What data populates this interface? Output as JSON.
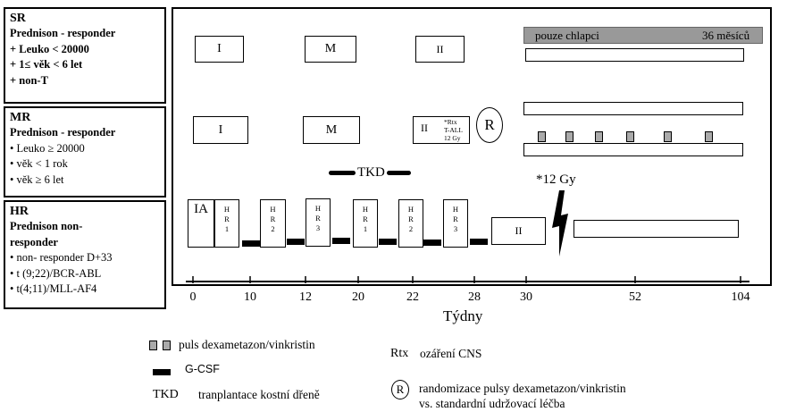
{
  "risk_groups": {
    "sr": {
      "title": "SR",
      "lines": [
        "Prednison - responder",
        "+ Leuko < 20000",
        "+ 1≤ věk < 6 let",
        "+ non-T"
      ]
    },
    "mr": {
      "title": "MR",
      "lines": [
        "Prednison - responder",
        "• Leuko ≥ 20000",
        "• věk < 1 rok",
        "• věk ≥ 6 let"
      ]
    },
    "hr": {
      "title": "HR",
      "lines": [
        "Prednison non-",
        "responder",
        "• non- responder D+33",
        "• t (9;22)/BCR-ABL",
        "• t(4;11)/MLL-AF4"
      ]
    }
  },
  "blocks": {
    "sr_i": "I",
    "sr_m": "M",
    "sr_ii": "II",
    "mr_i": "I",
    "mr_m": "M",
    "mr_ii": "II",
    "mr_note": [
      "*Rtx",
      "T-ALL",
      "12 Gy"
    ],
    "r_circle": "R",
    "tkd": "TKD",
    "hr_ia": "IA",
    "hr_blocks": [
      [
        "H",
        "R",
        "1"
      ],
      [
        "H",
        "R",
        "2"
      ],
      [
        "H",
        "R",
        "3"
      ],
      [
        "H",
        "R",
        "1"
      ],
      [
        "H",
        "R",
        "2"
      ],
      [
        "H",
        "R",
        "3"
      ]
    ],
    "hr_ii": "II",
    "gy_label": "*12 Gy"
  },
  "maintenance": {
    "gray_bar_left": "pouze chlapci",
    "gray_bar_right": "36 měsíců"
  },
  "axis": {
    "ticks": [
      "0",
      "10",
      "12",
      "20",
      "22",
      "28",
      "30",
      "52",
      "104"
    ],
    "label": "Týdny"
  },
  "legend": {
    "puls": "puls dexametazon/vinkristin",
    "gcsf": "G-CSF",
    "tkd_abbr": "TKD",
    "tkd_text": "tranplantace kostní dřeně",
    "rtx_abbr": "Rtx",
    "rtx_text": "ozáření CNS",
    "r_symbol": "R",
    "r_text_1": "randomizace pulsy dexametazon/vinkristin",
    "r_text_2": "vs. standardní udržovací léčba"
  },
  "colors": {
    "pulse_fill": "#aaaaaa",
    "gray_bar": "#999999",
    "ink": "#000000"
  }
}
